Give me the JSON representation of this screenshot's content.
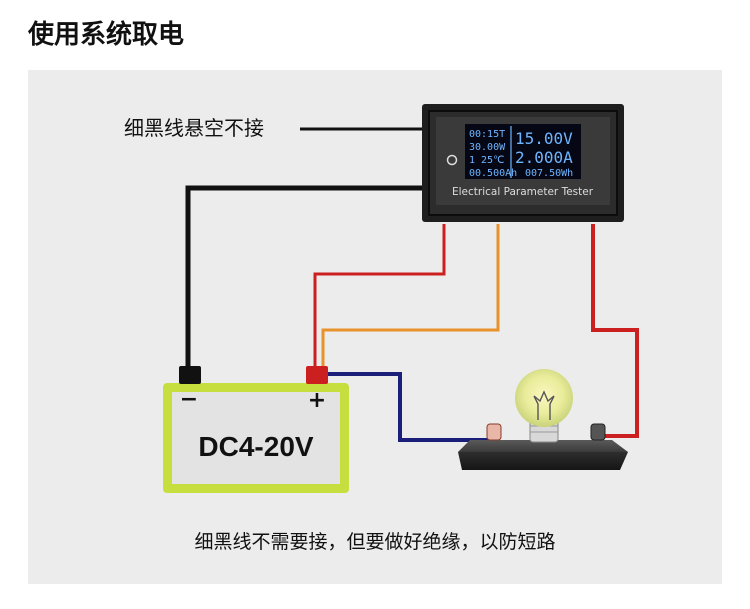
{
  "title": "使用系统取电",
  "labels": {
    "black_wire": "细黑线悬空不接",
    "caption": "细黑线不需要接，但要做好绝缘，以防短路"
  },
  "meter": {
    "rows": [
      {
        "left": "00:15T",
        "right": "15.00V"
      },
      {
        "left": "30.00W",
        "right": ""
      },
      {
        "left": "1  25℃",
        "right": "2.000A"
      },
      {
        "left": "00.500Ah",
        "right": "007.50Wh"
      }
    ],
    "name": "Electrical Parameter Tester"
  },
  "battery": {
    "label": "DC4-20V",
    "minus": "−",
    "plus": "+"
  },
  "colors": {
    "black_wire": "#111111",
    "red_wire": "#cc1f1f",
    "orange_wire": "#e8922c",
    "blue_wire": "#1c1f7a",
    "battery_frame": "#c6df3e",
    "meter_body": "#2a2a2a",
    "screen_text": "#6fb4ff"
  }
}
